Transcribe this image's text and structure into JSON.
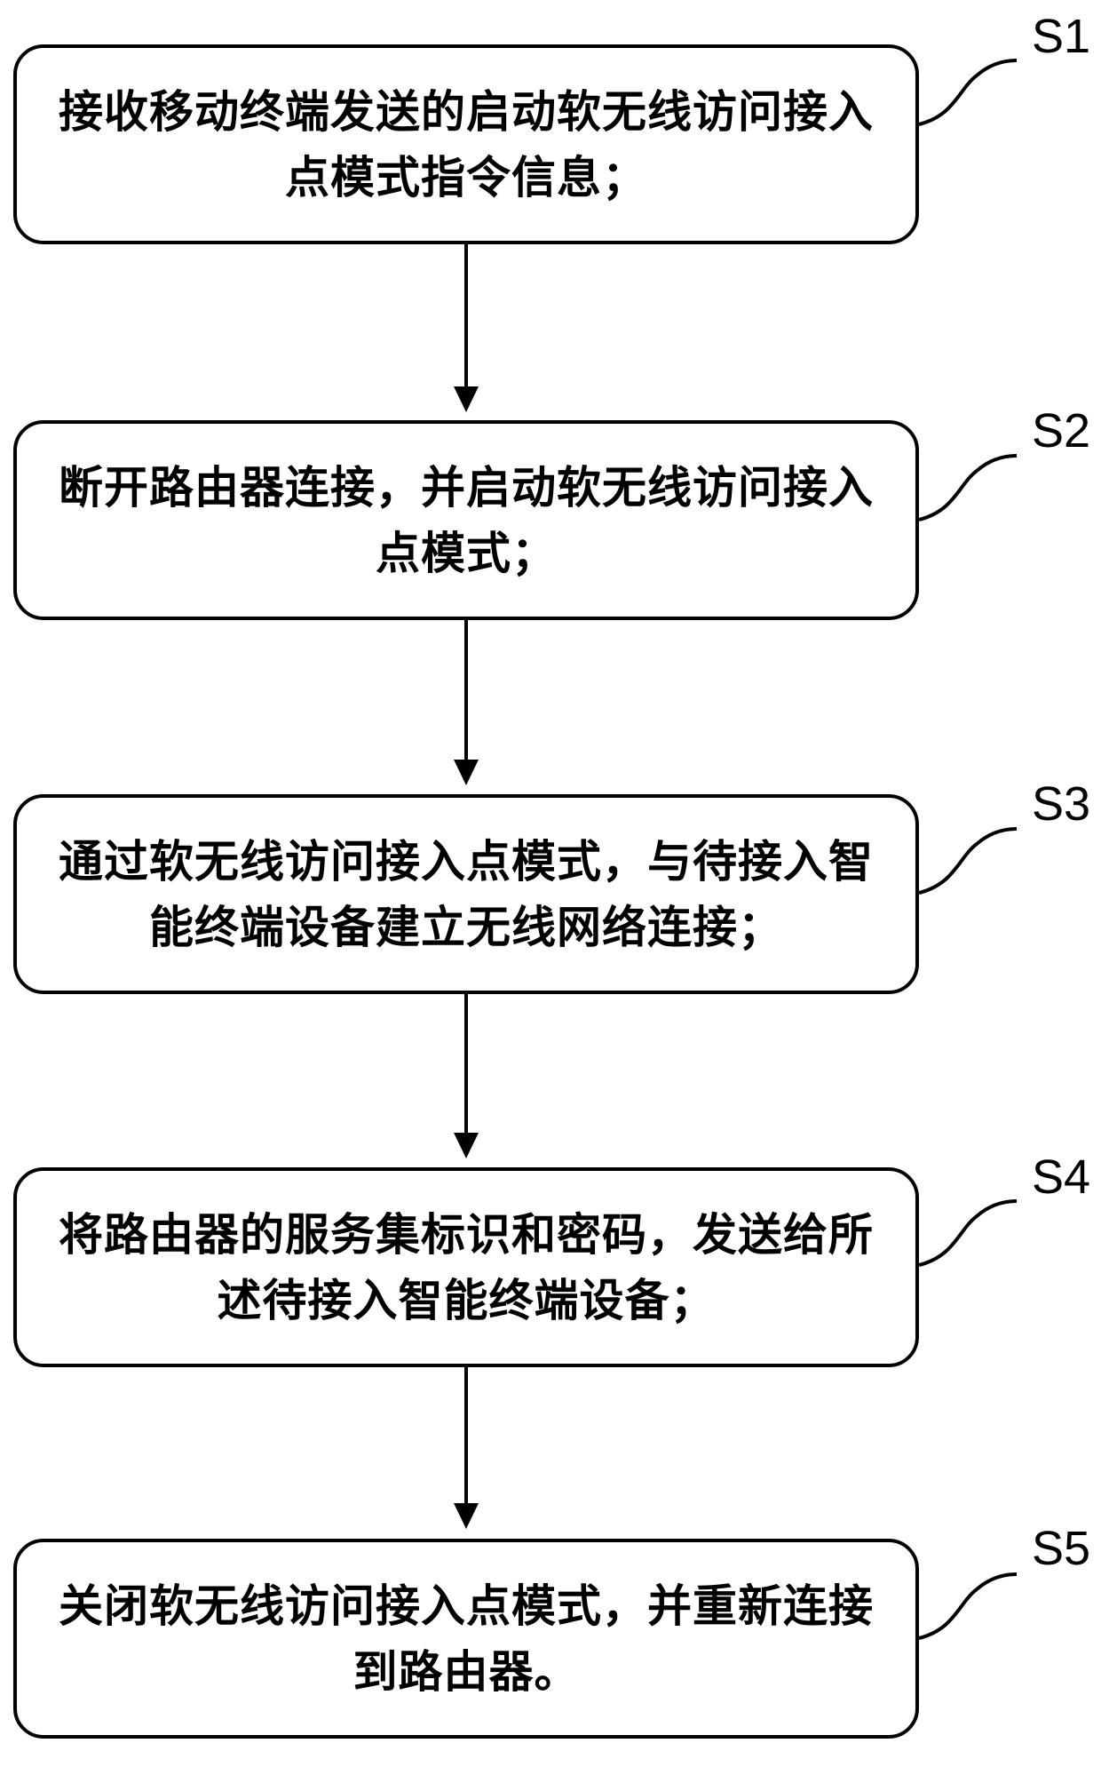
{
  "steps": [
    {
      "label": "S1",
      "text": "接收移动终端发送的启动软无线访问接入点模式指令信息；"
    },
    {
      "label": "S2",
      "text": "断开路由器连接，并启动软无线访问接入点模式；"
    },
    {
      "label": "S3",
      "text": "通过软无线访问接入点模式，与待接入智能终端设备建立无线网络连接；"
    },
    {
      "label": "S4",
      "text": "将路由器的服务集标识和密码，发送给所述待接入智能终端设备；"
    },
    {
      "label": "S5",
      "text": "关闭软无线访问接入点模式，并重新连接到路由器。"
    }
  ],
  "colors": {
    "stroke": "#000000",
    "background": "#ffffff"
  }
}
